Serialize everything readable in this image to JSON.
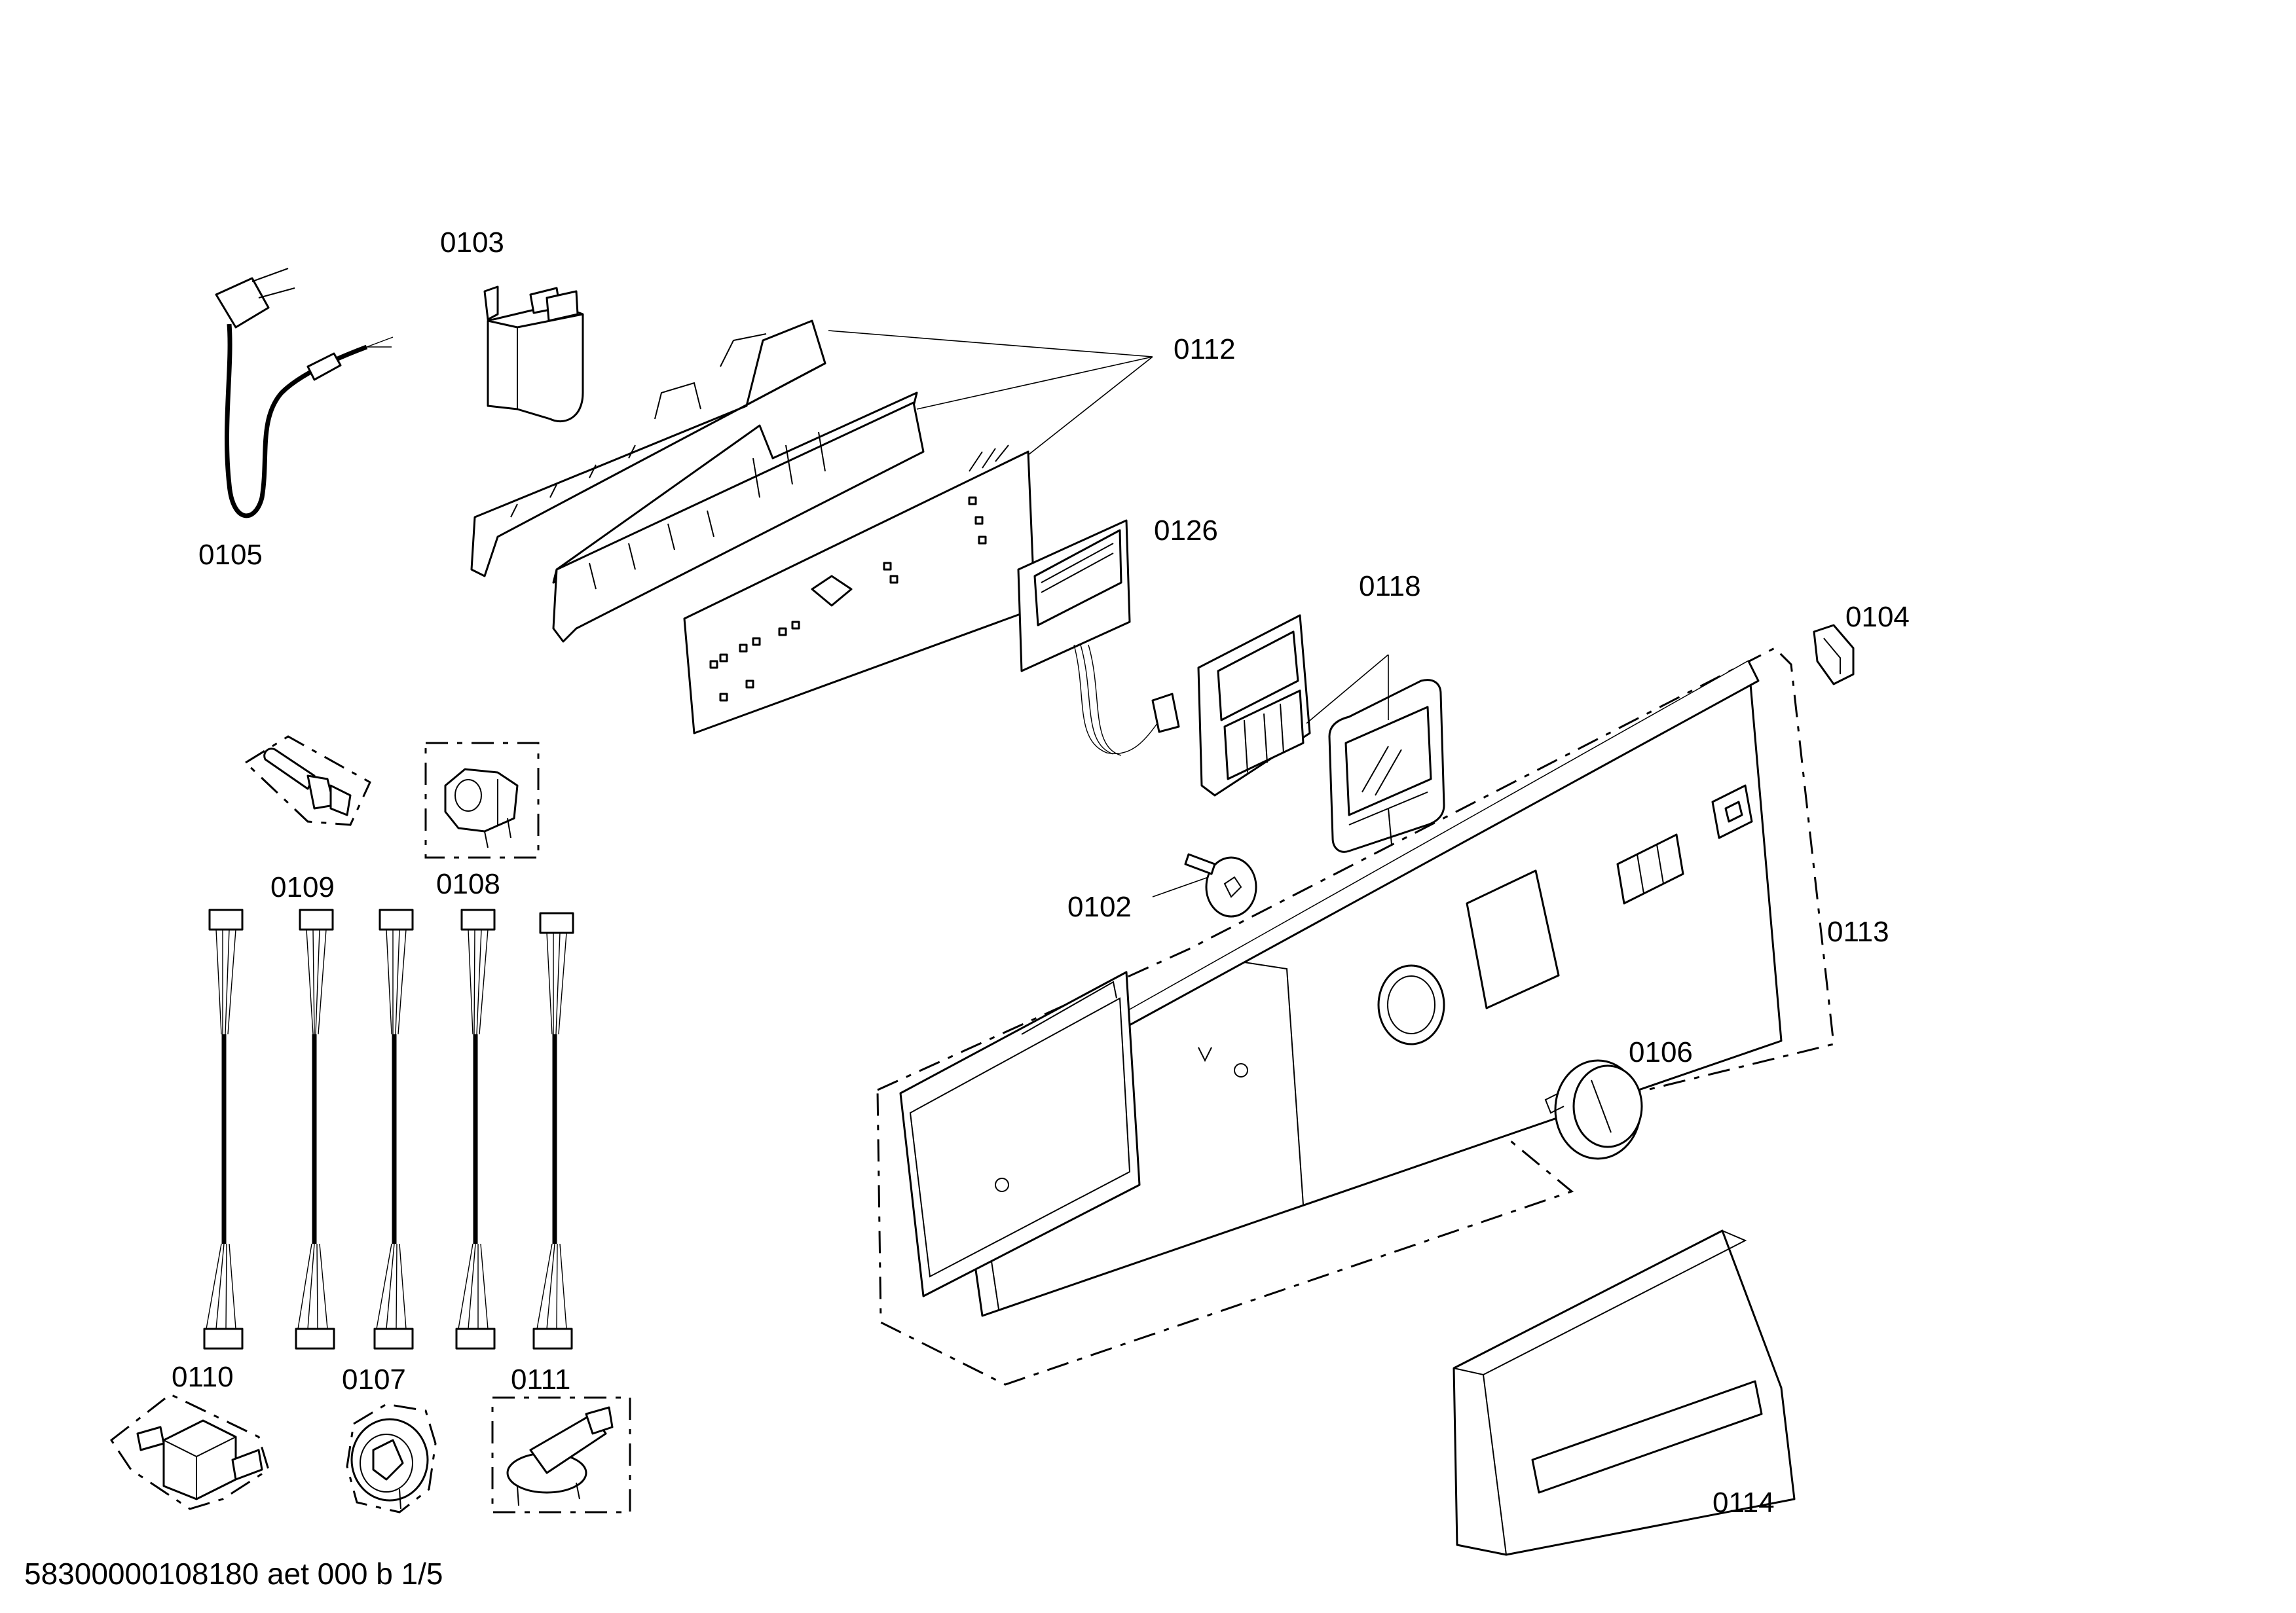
{
  "labels": {
    "p0103": "0103",
    "p0112": "0112",
    "p0105": "0105",
    "p0126": "0126",
    "p0118": "0118",
    "p0104": "0104",
    "p0109": "0109",
    "p0108": "0108",
    "p0102": "0102",
    "p0113": "0113",
    "p0106": "0106",
    "p0110": "0110",
    "p0107": "0107",
    "p0111": "0111",
    "p0114": "0114"
  },
  "footer": "58300000108180 aet 000 b 1/5"
}
